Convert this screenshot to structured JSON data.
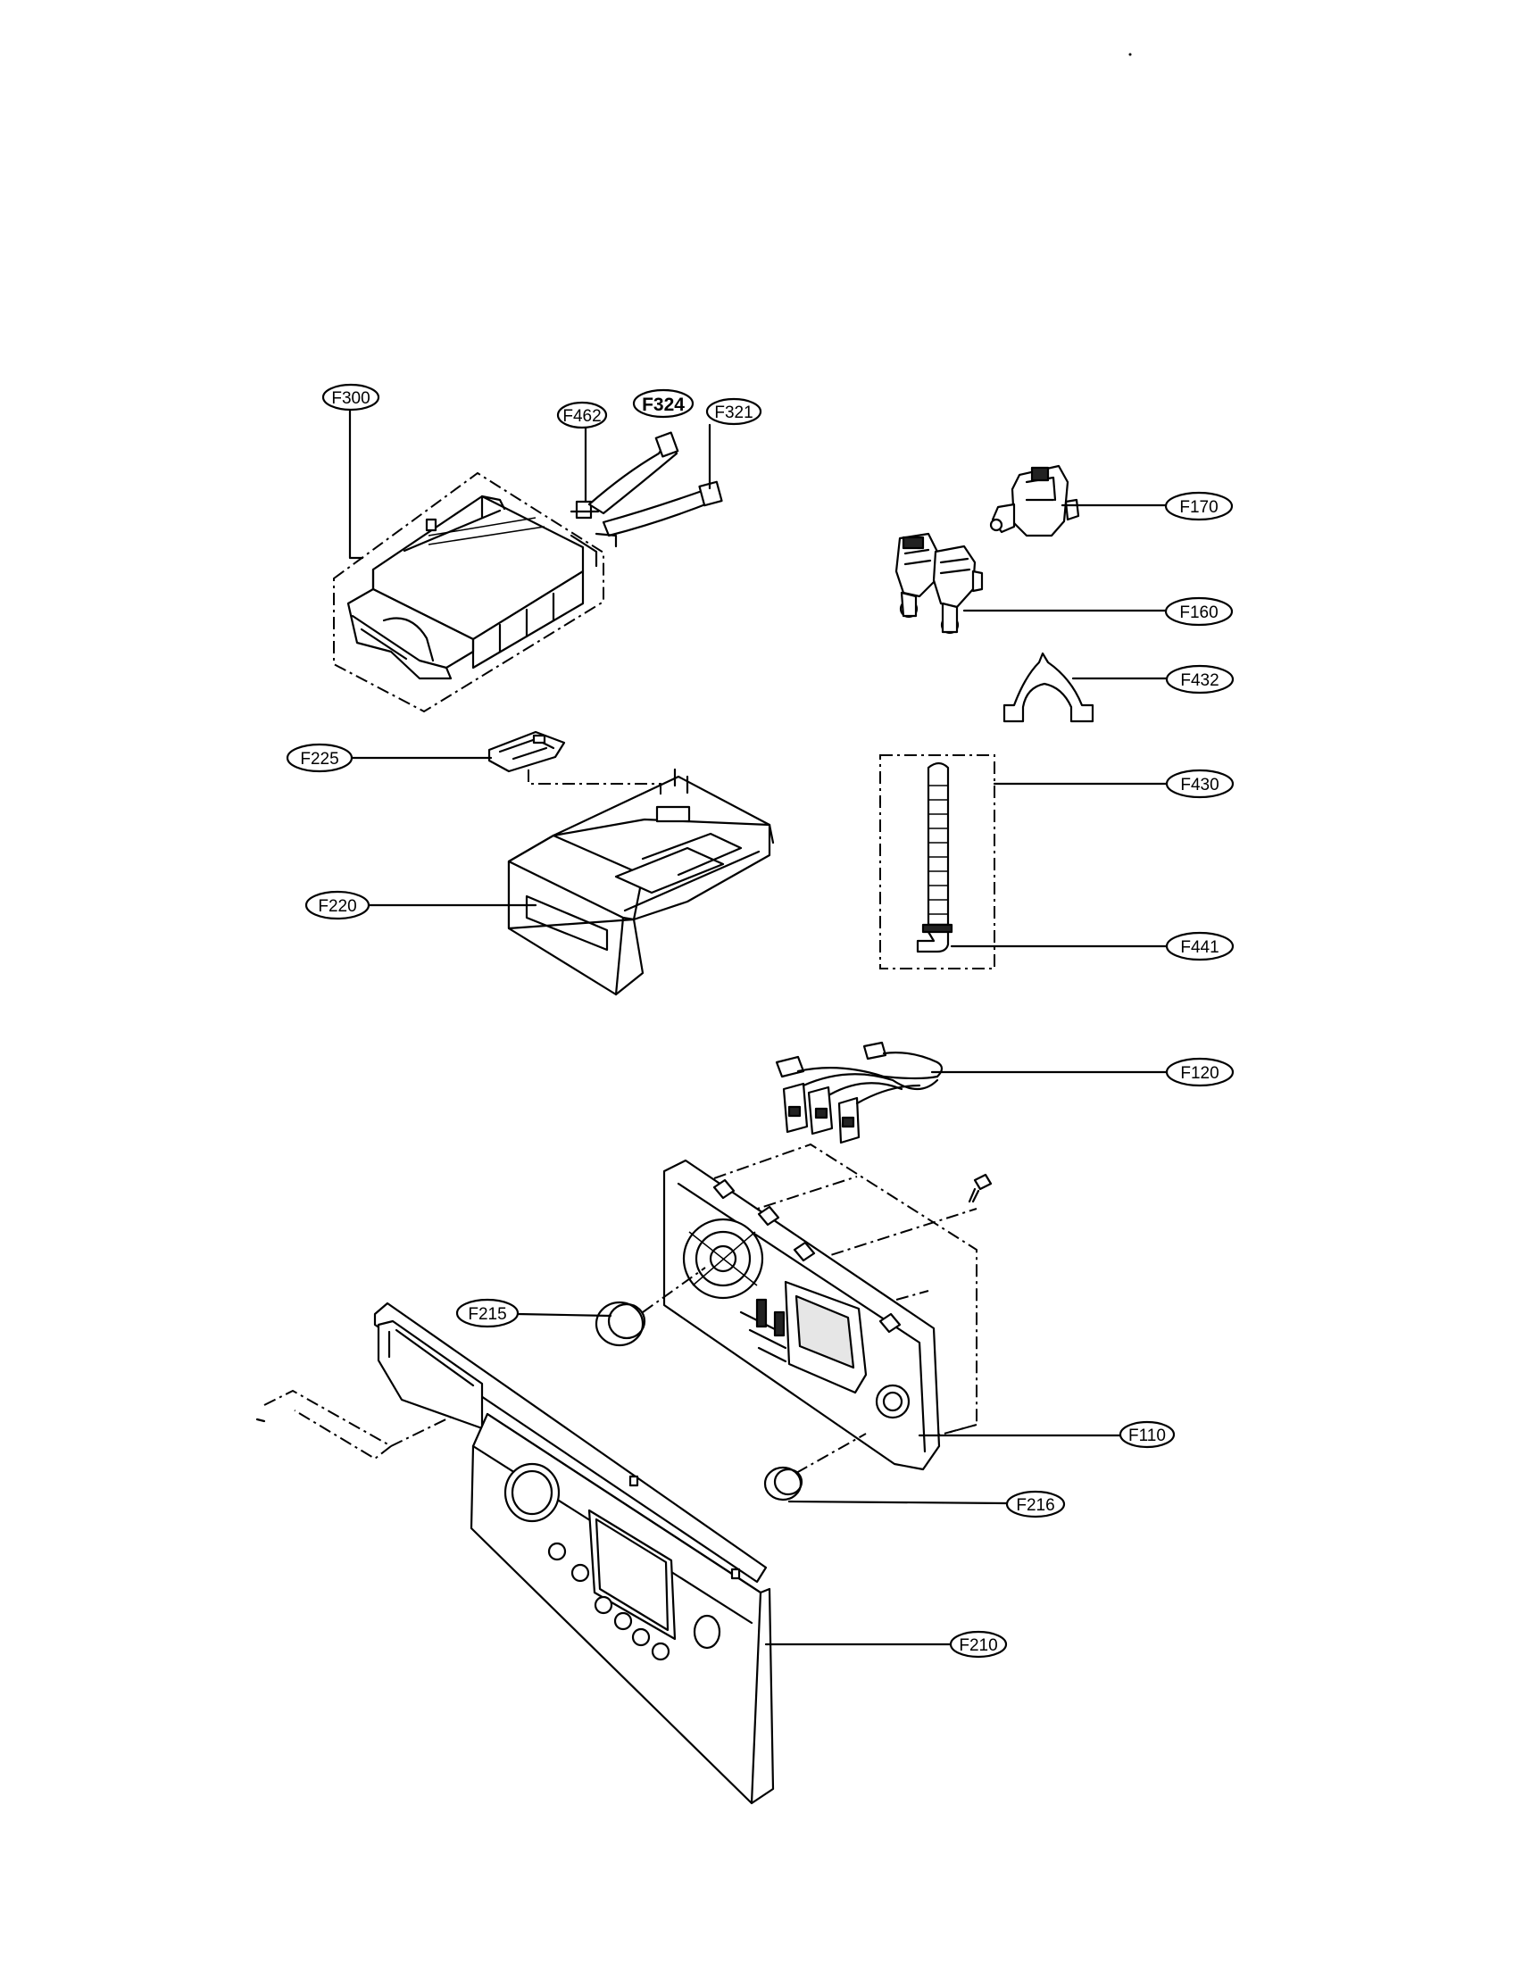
{
  "callouts": [
    {
      "id": "F300",
      "label": "F300"
    },
    {
      "id": "F462",
      "label": "F462"
    },
    {
      "id": "F324",
      "label": "F324"
    },
    {
      "id": "F321",
      "label": "F321"
    },
    {
      "id": "F170",
      "label": "F170"
    },
    {
      "id": "F160",
      "label": "F160"
    },
    {
      "id": "F432",
      "label": "F432"
    },
    {
      "id": "F225",
      "label": "F225"
    },
    {
      "id": "F430",
      "label": "F430"
    },
    {
      "id": "F220",
      "label": "F220"
    },
    {
      "id": "F441",
      "label": "F441"
    },
    {
      "id": "F120",
      "label": "F120"
    },
    {
      "id": "F215",
      "label": "F215"
    },
    {
      "id": "F110",
      "label": "F110"
    },
    {
      "id": "F216",
      "label": "F216"
    },
    {
      "id": "F210",
      "label": "F210"
    }
  ]
}
